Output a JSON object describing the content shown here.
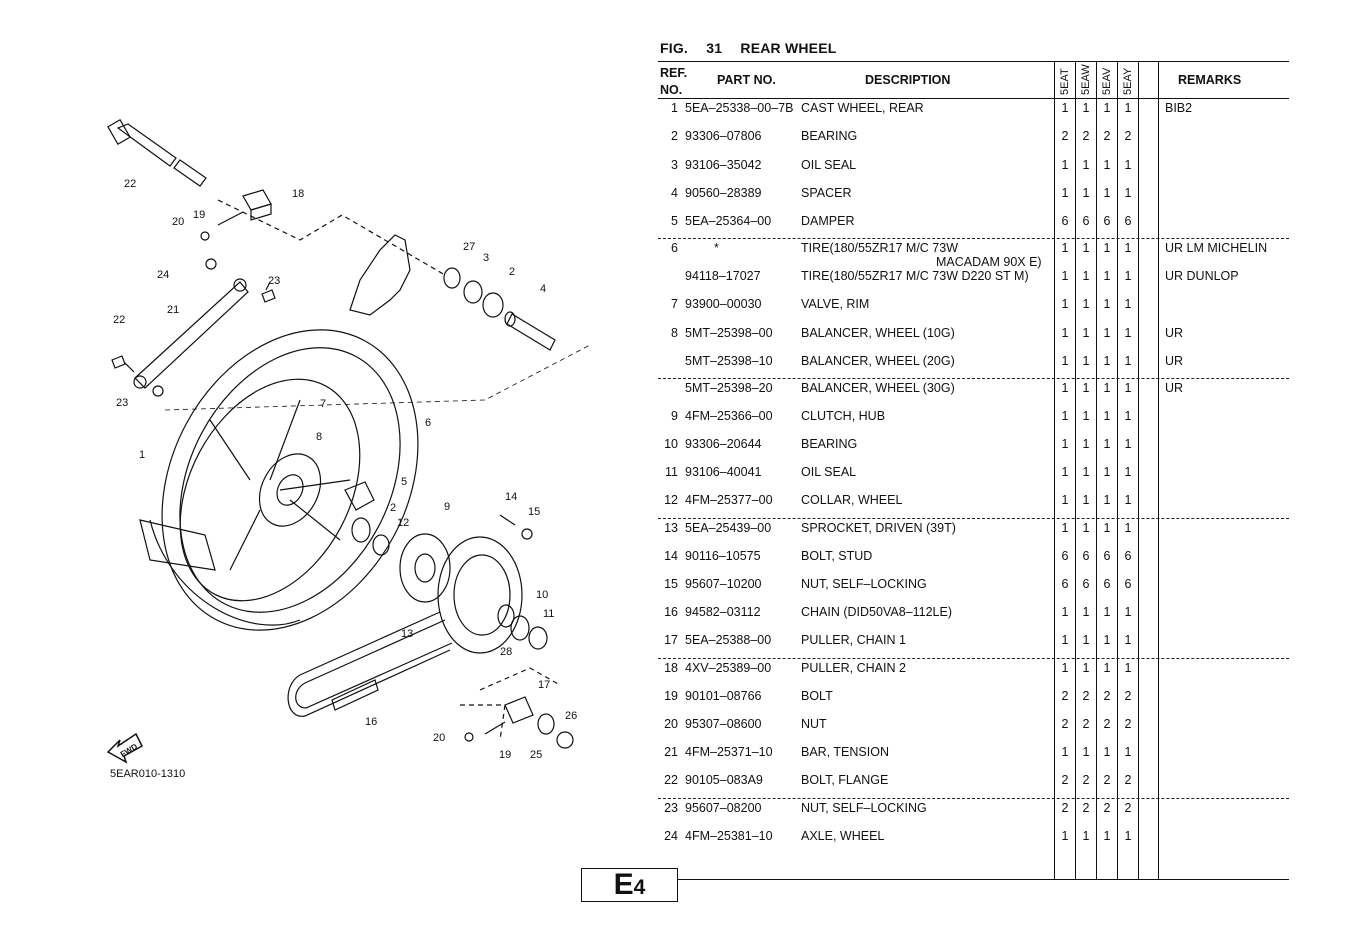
{
  "figure": {
    "prefix": "FIG.",
    "number": "31",
    "title": "REAR WHEEL"
  },
  "columns": {
    "ref_line1": "REF.",
    "ref_line2": "NO.",
    "part_no": "PART NO.",
    "description": "DESCRIPTION",
    "models": [
      "5EAT",
      "5EAW",
      "5EAV",
      "5EAY"
    ],
    "remarks": "REMARKS"
  },
  "rows": [
    {
      "ref": "1",
      "part": "5EA–25338–00–7B",
      "desc": "CAST WHEEL, REAR",
      "qty": [
        "1",
        "1",
        "1",
        "1"
      ],
      "remarks": "BIB2"
    },
    {
      "ref": "2",
      "part": "93306–07806",
      "desc": "BEARING",
      "qty": [
        "2",
        "2",
        "2",
        "2"
      ],
      "remarks": ""
    },
    {
      "ref": "3",
      "part": "93106–35042",
      "desc": "OIL SEAL",
      "qty": [
        "1",
        "1",
        "1",
        "1"
      ],
      "remarks": ""
    },
    {
      "ref": "4",
      "part": "90560–28389",
      "desc": "SPACER",
      "qty": [
        "1",
        "1",
        "1",
        "1"
      ],
      "remarks": ""
    },
    {
      "ref": "5",
      "part": "5EA–25364–00",
      "desc": "DAMPER",
      "qty": [
        "6",
        "6",
        "6",
        "6"
      ],
      "remarks": ""
    },
    {
      "ref": "6",
      "part": "*",
      "desc": "TIRE(180/55ZR17 M/C 73W",
      "desc2": "MACADAM 90X E)",
      "qty": [
        "1",
        "1",
        "1",
        "1"
      ],
      "remarks": "UR LM MICHELIN"
    },
    {
      "ref": "",
      "part": "94118–17027",
      "desc": "TIRE(180/55ZR17 M/C 73W D220 ST M)",
      "qty": [
        "1",
        "1",
        "1",
        "1"
      ],
      "remarks": "UR DUNLOP"
    },
    {
      "ref": "7",
      "part": "93900–00030",
      "desc": "VALVE, RIM",
      "qty": [
        "1",
        "1",
        "1",
        "1"
      ],
      "remarks": ""
    },
    {
      "ref": "8",
      "part": "5MT–25398–00",
      "desc": "BALANCER, WHEEL (10G)",
      "qty": [
        "1",
        "1",
        "1",
        "1"
      ],
      "remarks": "UR"
    },
    {
      "ref": "",
      "part": "5MT–25398–10",
      "desc": "BALANCER, WHEEL (20G)",
      "qty": [
        "1",
        "1",
        "1",
        "1"
      ],
      "remarks": "UR"
    },
    {
      "ref": "",
      "part": "5MT–25398–20",
      "desc": "BALANCER, WHEEL (30G)",
      "qty": [
        "1",
        "1",
        "1",
        "1"
      ],
      "remarks": "UR"
    },
    {
      "ref": "9",
      "part": "4FM–25366–00",
      "desc": "CLUTCH, HUB",
      "qty": [
        "1",
        "1",
        "1",
        "1"
      ],
      "remarks": ""
    },
    {
      "ref": "10",
      "part": "93306–20644",
      "desc": "BEARING",
      "qty": [
        "1",
        "1",
        "1",
        "1"
      ],
      "remarks": ""
    },
    {
      "ref": "11",
      "part": "93106–40041",
      "desc": "OIL SEAL",
      "qty": [
        "1",
        "1",
        "1",
        "1"
      ],
      "remarks": ""
    },
    {
      "ref": "12",
      "part": "4FM–25377–00",
      "desc": "COLLAR, WHEEL",
      "qty": [
        "1",
        "1",
        "1",
        "1"
      ],
      "remarks": ""
    },
    {
      "ref": "13",
      "part": "5EA–25439–00",
      "desc": "SPROCKET, DRIVEN (39T)",
      "qty": [
        "1",
        "1",
        "1",
        "1"
      ],
      "remarks": ""
    },
    {
      "ref": "14",
      "part": "90116–10575",
      "desc": "BOLT, STUD",
      "qty": [
        "6",
        "6",
        "6",
        "6"
      ],
      "remarks": ""
    },
    {
      "ref": "15",
      "part": "95607–10200",
      "desc": "NUT, SELF–LOCKING",
      "qty": [
        "6",
        "6",
        "6",
        "6"
      ],
      "remarks": ""
    },
    {
      "ref": "16",
      "part": "94582–03112",
      "desc": "CHAIN (DID50VA8–112LE)",
      "qty": [
        "1",
        "1",
        "1",
        "1"
      ],
      "remarks": ""
    },
    {
      "ref": "17",
      "part": "5EA–25388–00",
      "desc": "PULLER, CHAIN 1",
      "qty": [
        "1",
        "1",
        "1",
        "1"
      ],
      "remarks": ""
    },
    {
      "ref": "18",
      "part": "4XV–25389–00",
      "desc": "PULLER, CHAIN 2",
      "qty": [
        "1",
        "1",
        "1",
        "1"
      ],
      "remarks": ""
    },
    {
      "ref": "19",
      "part": "90101–08766",
      "desc": "BOLT",
      "qty": [
        "2",
        "2",
        "2",
        "2"
      ],
      "remarks": ""
    },
    {
      "ref": "20",
      "part": "95307–08600",
      "desc": "NUT",
      "qty": [
        "2",
        "2",
        "2",
        "2"
      ],
      "remarks": ""
    },
    {
      "ref": "21",
      "part": "4FM–25371–10",
      "desc": "BAR, TENSION",
      "qty": [
        "1",
        "1",
        "1",
        "1"
      ],
      "remarks": ""
    },
    {
      "ref": "22",
      "part": "90105–083A9",
      "desc": "BOLT, FLANGE",
      "qty": [
        "2",
        "2",
        "2",
        "2"
      ],
      "remarks": ""
    },
    {
      "ref": "23",
      "part": "95607–08200",
      "desc": "NUT, SELF–LOCKING",
      "qty": [
        "2",
        "2",
        "2",
        "2"
      ],
      "remarks": ""
    },
    {
      "ref": "24",
      "part": "4FM–25381–10",
      "desc": "AXLE, WHEEL",
      "qty": [
        "1",
        "1",
        "1",
        "1"
      ],
      "remarks": ""
    }
  ],
  "diagram": {
    "code": "5EAR010-1310",
    "fwd": "FWD",
    "callouts": [
      "1",
      "2",
      "3",
      "4",
      "5",
      "6",
      "7",
      "8",
      "9",
      "10",
      "11",
      "12",
      "13",
      "14",
      "15",
      "16",
      "17",
      "18",
      "19",
      "20",
      "20",
      "21",
      "22",
      "22",
      "23",
      "23",
      "24",
      "25",
      "26",
      "27",
      "28",
      "2"
    ]
  },
  "page_id": {
    "letter": "E",
    "number": "4"
  }
}
